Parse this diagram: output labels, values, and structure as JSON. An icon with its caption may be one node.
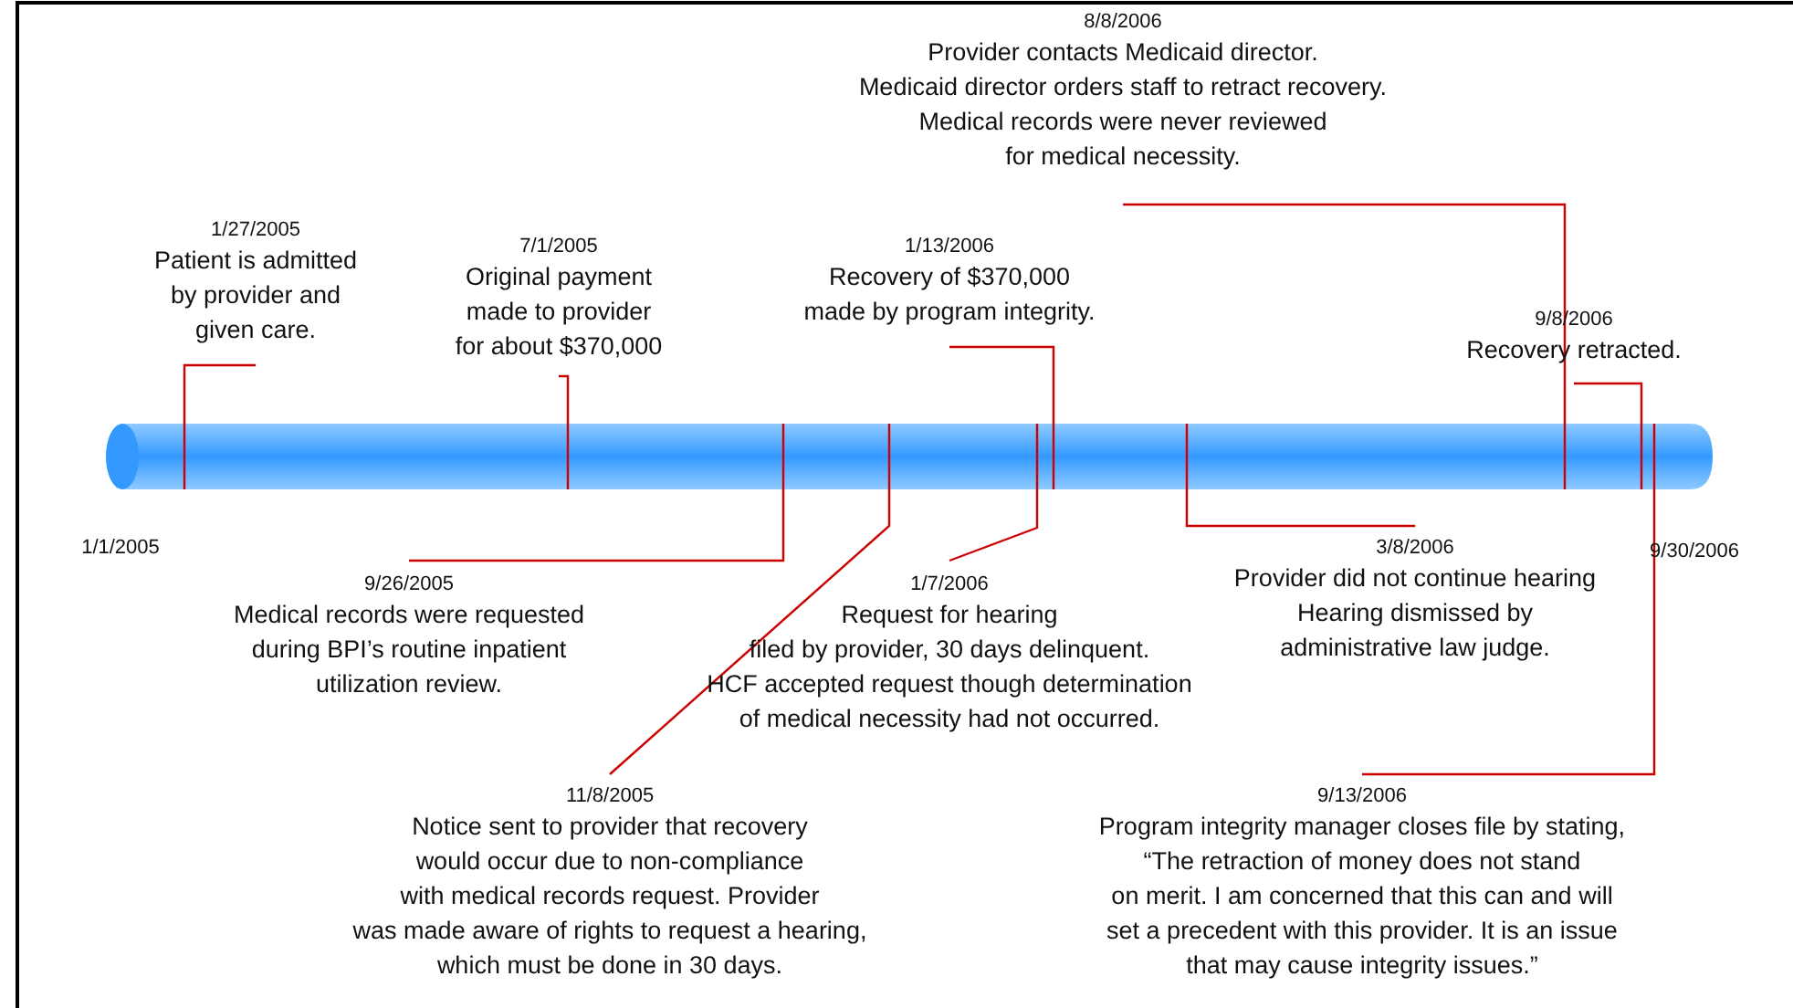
{
  "diagram": {
    "nodes": [
      {
        "text": [],
        "shape": "bar"
      },
      {
        "text": [
          "8/8/2006",
          "Provider contacts Medicaid director. Medicaid director orders staff to retract recovery. Medical records were never reviewed for medical necessity."
        ]
      },
      {
        "text": [
          "1/27/2005",
          "Patient is admitted by provider and given care."
        ]
      },
      {
        "text": [
          "7/1/2005",
          "Original payment made to provider for about $370,000"
        ]
      },
      {
        "text": [
          "1/13/2006",
          "Recovery of $370,000 made by program integrity."
        ]
      },
      {
        "text": [
          "9/8/2006",
          "Recovery retracted."
        ]
      },
      {
        "text": [
          "9/26/2005",
          "Medical records were requested during BPI’s routine inpatient utilization review."
        ]
      },
      {
        "text": [
          "1/7/2006",
          "Request for hearing filed by provider, 30 days delinquent. HCF accepted request though determination of medical necessity had not occurred."
        ]
      },
      {
        "text": [
          "3/8/2006",
          "Provider did not continue hearing Hearing dismissed by administrative law judge."
        ]
      },
      {
        "text": [
          "11/8/2005",
          "Notice sent to provider that recovery would occur due to non-compliance with medical records request. Provider was made aware of rights to request a hearing, which must be done in 30 days."
        ]
      },
      {
        "text": [
          "9/13/2006",
          "Program integrity manager closes file by stating, “The retraction of money does not stand on merit. I am concerned that this can and will set a precedent with this provider. It is an issue that may cause integrity issues.”"
        ]
      }
    ],
    "edges": [
      {
        "from": 1,
        "to": 0,
        "arrow": "none"
      },
      {
        "from": 2,
        "to": 0,
        "arrow": "none"
      },
      {
        "from": 3,
        "to": 0,
        "arrow": "none"
      },
      {
        "from": 4,
        "to": 0,
        "arrow": "none"
      },
      {
        "from": 5,
        "to": 0,
        "arrow": "none"
      },
      {
        "from": 6,
        "to": 0,
        "arrow": "none"
      },
      {
        "from": 7,
        "to": 0,
        "arrow": "none"
      },
      {
        "from": 8,
        "to": 0,
        "arrow": "none"
      },
      {
        "from": 9,
        "to": 0,
        "arrow": "none"
      },
      {
        "from": 10,
        "to": 0,
        "arrow": "none"
      }
    ],
    "labels": [
      "1/1/2005",
      "9/30/2006"
    ]
  }
}
